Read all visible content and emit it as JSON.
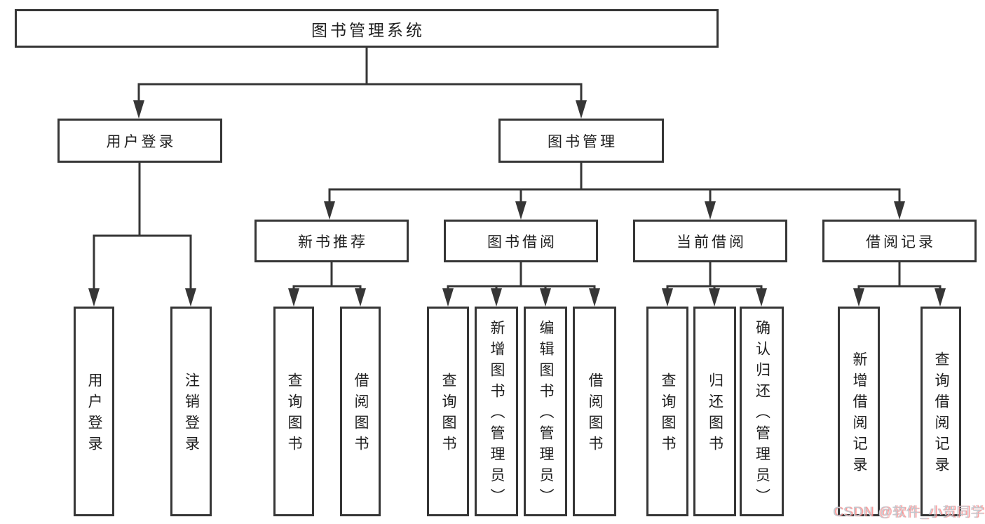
{
  "diagram": {
    "root": {
      "label": "图书管理系统"
    },
    "level2": [
      {
        "label": "用户登录"
      },
      {
        "label": "图书管理"
      }
    ],
    "level3": [
      {
        "label": "新书推荐"
      },
      {
        "label": "图书借阅"
      },
      {
        "label": "当前借阅"
      },
      {
        "label": "借阅记录"
      }
    ],
    "leaves": {
      "user_login": [
        {
          "label": "用户登录"
        },
        {
          "label": "注销登录"
        }
      ],
      "new_book_recommend": [
        {
          "label": "查询图书"
        },
        {
          "label": "借阅图书"
        }
      ],
      "book_borrow": [
        {
          "label": "查询图书"
        },
        {
          "label": "新增图书（管理员）"
        },
        {
          "label": "编辑图书（管理员）"
        },
        {
          "label": "借阅图书"
        }
      ],
      "current_borrow": [
        {
          "label": "查询图书"
        },
        {
          "label": "归还图书"
        },
        {
          "label": "确认归还（管理员）"
        }
      ],
      "borrow_records": [
        {
          "label": "新增借阅记录"
        },
        {
          "label": "查询借阅记录"
        }
      ]
    }
  },
  "watermark": {
    "text": "CSDN @软件_小贺同学"
  },
  "colors": {
    "line": "#363636",
    "box_border": "#363636",
    "box_fill": "#ffffff",
    "text": "#1f1f1f",
    "background": "#ffffff",
    "watermark_gray": "#c2c8ce",
    "watermark_red": "#fa8a8a"
  }
}
